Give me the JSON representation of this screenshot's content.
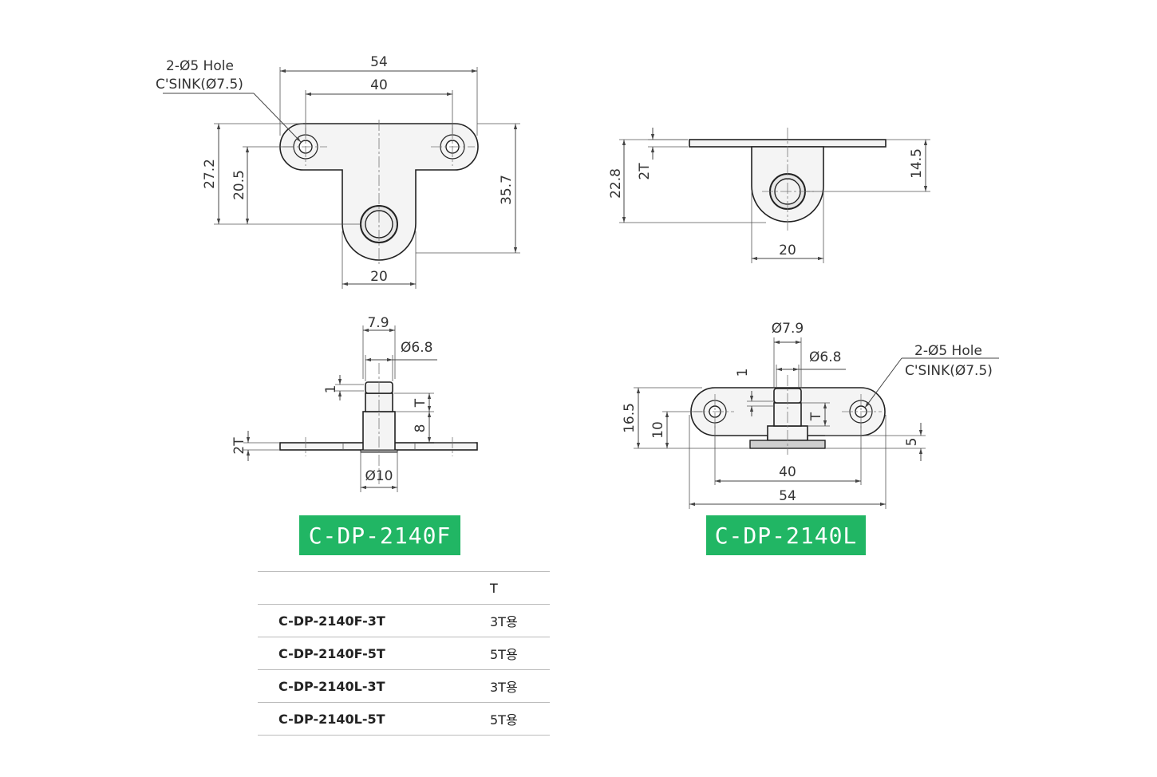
{
  "views": {
    "f_top": {
      "hole_note_1": "2-Ø5 Hole",
      "hole_note_2": "C'SINK(Ø7.5)",
      "dim_overall": "54",
      "dim_hole_pitch": "40",
      "dim_height_a": "27.2",
      "dim_height_b": "20.5",
      "dim_total": "35.7",
      "dim_tab_width": "20"
    },
    "l_top": {
      "dim_plate": "2T",
      "dim_height": "22.8",
      "dim_hole": "14.5",
      "dim_width": "20"
    },
    "f_side": {
      "dim_top": "7.9",
      "dim_pin": "Ø6.8",
      "dim_groove": "1",
      "dim_t": "T",
      "dim_len": "8",
      "dim_plate": "2T",
      "dim_base": "Ø10"
    },
    "l_side": {
      "dim_top": "Ø7.9",
      "dim_pin": "Ø6.8",
      "dim_groove": "1",
      "hole_note_1": "2-Ø5 Hole",
      "hole_note_2": "C'SINK(Ø7.5)",
      "dim_height": "16.5",
      "dim_center": "10",
      "dim_t": "T",
      "dim_base": "5",
      "dim_pitch": "40",
      "dim_overall": "54"
    }
  },
  "badges": {
    "f": "C-DP-2140F",
    "l": "C-DP-2140L"
  },
  "table": {
    "header_t": "T",
    "rows": [
      {
        "model": "C-DP-2140F-3T",
        "value": "3T용"
      },
      {
        "model": "C-DP-2140F-5T",
        "value": "5T용"
      },
      {
        "model": "C-DP-2140L-3T",
        "value": "3T용"
      },
      {
        "model": "C-DP-2140L-5T",
        "value": "5T용"
      }
    ]
  }
}
